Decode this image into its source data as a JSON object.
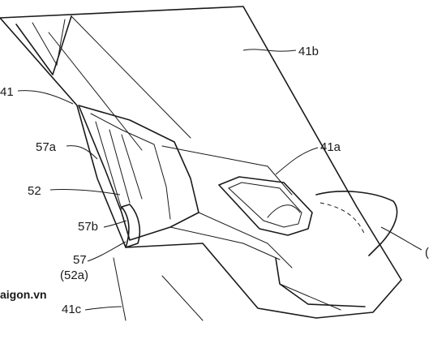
{
  "labels": {
    "l41b": "41b",
    "l41": "41",
    "l57a": "57a",
    "l41a": "41a",
    "l52": "52",
    "l57b": "57b",
    "l57": "57",
    "l52a": "(52a)",
    "l41c": "41c",
    "edge_paren": "("
  },
  "watermark": "aigon.vn"
}
